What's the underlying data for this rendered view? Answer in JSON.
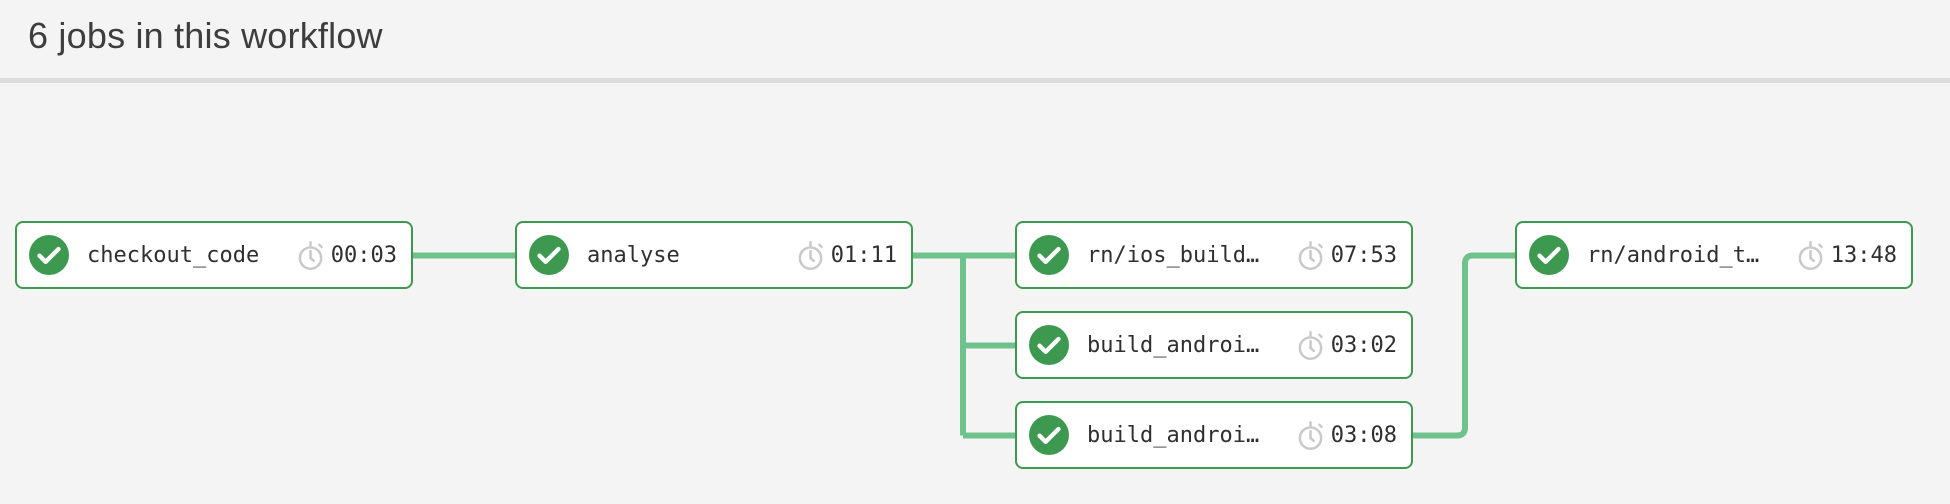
{
  "header": {
    "title": "6 jobs in this workflow"
  },
  "colors": {
    "background": "#f4f4f4",
    "node_border": "#3e9950",
    "node_background": "#ffffff",
    "connector": "#6fc28b",
    "success": "#3e9950",
    "stopwatch": "#c9c9c9",
    "text": "#2f2f2f",
    "title_text": "#3d3d3d",
    "divider": "#dcdcdc"
  },
  "icons": {
    "status": "check-circle-icon",
    "timer": "stopwatch-icon"
  },
  "workflow": {
    "jobs": [
      {
        "name": "checkout_code",
        "duration": "00:03",
        "status": "success"
      },
      {
        "name": "analyse",
        "duration": "01:11",
        "status": "success"
      },
      {
        "name": "rn/ios_build…",
        "duration": "07:53",
        "status": "success"
      },
      {
        "name": "build_androi…",
        "duration": "03:02",
        "status": "success"
      },
      {
        "name": "build_androi…",
        "duration": "03:08",
        "status": "success"
      },
      {
        "name": "rn/android_t…",
        "duration": "13:48",
        "status": "success"
      }
    ]
  }
}
